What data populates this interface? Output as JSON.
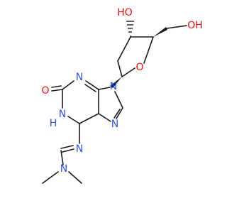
{
  "colors": {
    "bond": "#1a1a1a",
    "oxygen": "#ff0d0d",
    "nitrogen": "#3050f8",
    "background": "#ffffff"
  },
  "atoms": {
    "oh_top": "HO",
    "oh_right": "OH",
    "ring_o": "O",
    "carbonyl_o": "O",
    "n9": "N",
    "n3": "N",
    "n7": "N",
    "n1": "N",
    "h1": "H",
    "n_imine": "N",
    "n_dimethyl": "N"
  }
}
